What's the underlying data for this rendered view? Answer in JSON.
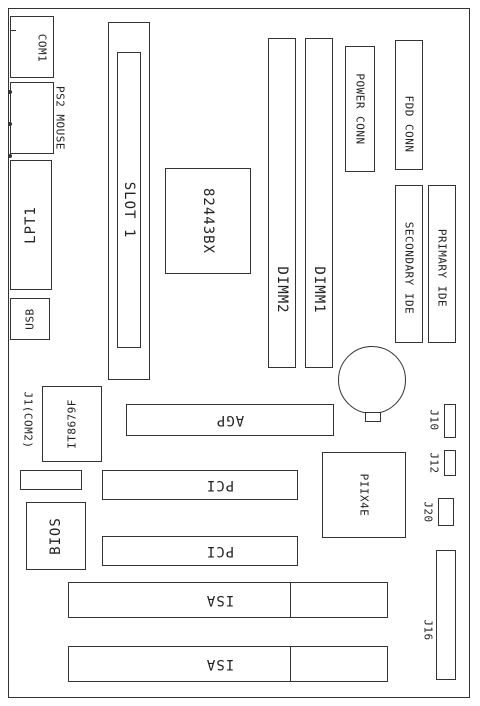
{
  "components": {
    "com1": "COM1",
    "ps2_mouse": "PS2 MOUSE",
    "lpt1": "LPT1",
    "usb": "USB",
    "slot1": "SLOT 1",
    "chipset_82443": "82443BX",
    "dimm2": "DIMM2",
    "dimm1": "DIMM1",
    "power_conn": "POWER CONN",
    "fdd_conn": "FDD CONN",
    "secondary_ide": "SECONDARY IDE",
    "primary_ide": "PRIMARY IDE",
    "j1_com2": "J1(COM2)",
    "it8679f": "IT8679F",
    "agp": "AGP",
    "pci_1": "PCI",
    "pci_2": "PCI",
    "bios": "BIOS",
    "piix4e": "PIIX4E",
    "isa_1": "ISA",
    "isa_2": "ISA",
    "j10": "J10",
    "j12": "J12",
    "j20": "J20",
    "j16": "J16"
  }
}
